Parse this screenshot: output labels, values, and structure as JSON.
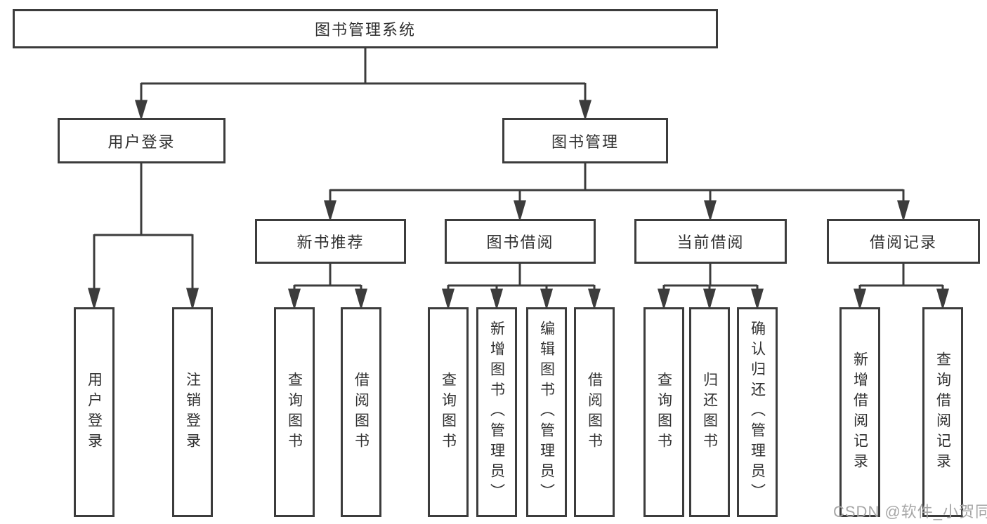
{
  "diagram": {
    "root": {
      "label": "图书管理系统"
    },
    "branches": [
      {
        "label": "用户登录",
        "children": [
          {
            "label": "用户登录"
          },
          {
            "label": "注销登录"
          }
        ]
      },
      {
        "label": "图书管理",
        "children": [
          {
            "label": "新书推荐",
            "children": [
              {
                "label": "查询图书"
              },
              {
                "label": "借阅图书"
              }
            ]
          },
          {
            "label": "图书借阅",
            "children": [
              {
                "label": "查询图书"
              },
              {
                "label": "新增图书（管理员）"
              },
              {
                "label": "编辑图书（管理员）"
              },
              {
                "label": "借阅图书"
              }
            ]
          },
          {
            "label": "当前借阅",
            "children": [
              {
                "label": "查询图书"
              },
              {
                "label": "归还图书"
              },
              {
                "label": "确认归还（管理员）"
              }
            ]
          },
          {
            "label": "借阅记录",
            "children": [
              {
                "label": "新增借阅记录"
              },
              {
                "label": "查询借阅记录"
              }
            ]
          }
        ]
      }
    ],
    "colors": {
      "line": "#3c3c3c",
      "text": "#303030",
      "box_background": "#ffffff",
      "watermark": "#a6a6a6"
    }
  },
  "watermark": {
    "text": "CSDN @软件_小贺同学"
  }
}
